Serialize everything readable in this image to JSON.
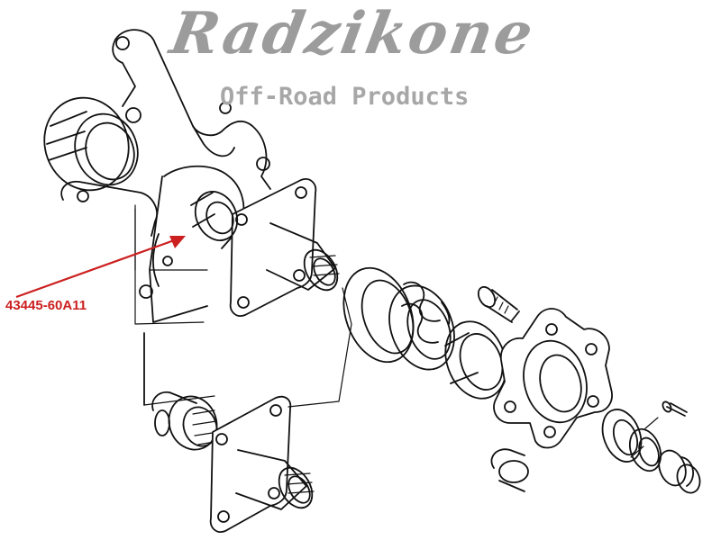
{
  "brand": {
    "name": "Radzikone",
    "tagline": "Off-Road Products",
    "color": "#9c9c9c"
  },
  "callout": {
    "part_number": "43445-60A11",
    "color": "#cc1f1f"
  },
  "icons": {
    "diagram": "exploded-front-axle-hub-assembly"
  }
}
